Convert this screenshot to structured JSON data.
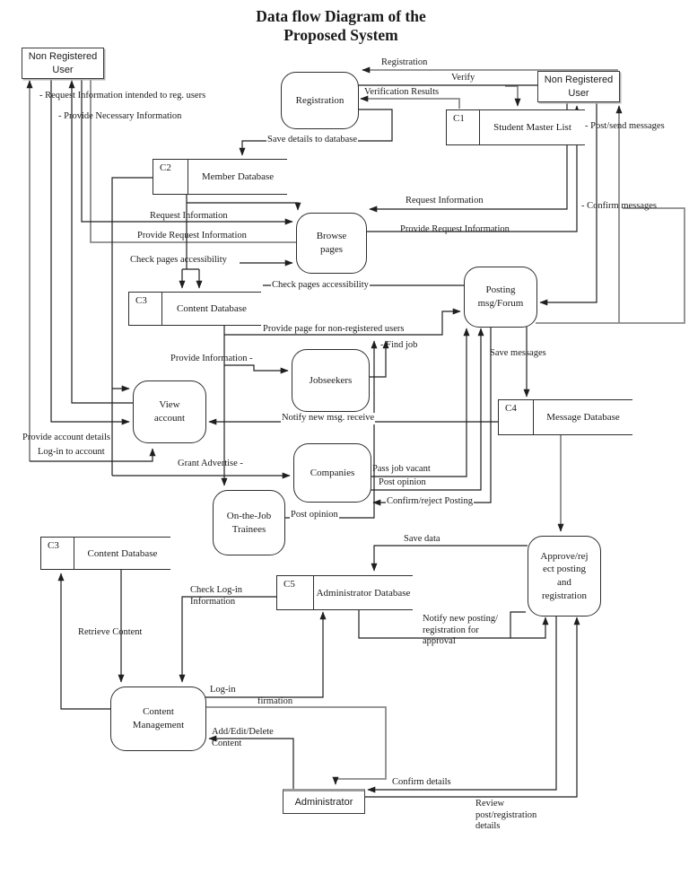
{
  "title": "Data flow Diagram of the\nProposed System",
  "entities": {
    "nru_left": {
      "label": "Non Registered\nUser"
    },
    "nru_right": {
      "label": "Non Registered\nUser"
    },
    "administrator": {
      "label": "Administrator"
    }
  },
  "processes": {
    "registration": {
      "label": "Registration"
    },
    "browse": {
      "label": "Browse\npages"
    },
    "posting": {
      "label": "Posting\nmsg/Forum"
    },
    "jobseekers": {
      "label": "Jobseekers"
    },
    "view_account": {
      "label": "View\naccount"
    },
    "companies": {
      "label": "Companies"
    },
    "trainees": {
      "label": "On-the-Job\nTrainees"
    },
    "approve": {
      "label": "Approve/rej\nect posting\nand\nregistration"
    },
    "content_mgmt": {
      "label": "Content\nManagement"
    }
  },
  "datastores": {
    "c1": {
      "code": "C1",
      "name": "Student Master List"
    },
    "c2": {
      "code": "C2",
      "name": "Member Database"
    },
    "c3a": {
      "code": "C3",
      "name": "Content Database"
    },
    "c4": {
      "code": "C4",
      "name": "Message Database"
    },
    "c3b": {
      "code": "C3",
      "name": "Content Database"
    },
    "c5": {
      "code": "C5",
      "name": "Administrator Database"
    }
  },
  "flows": {
    "registration": "Registration",
    "verify": "Verify",
    "verification_results": "Verification Results",
    "save_details": "Save details to database",
    "post_send": "- Post/send messages",
    "req_info_reg": "- Request Information intended to reg. users",
    "provide_necessary": "- Provide Necessary Information",
    "req_info_left": "Request Information",
    "provide_req_left": "Provide Request Information",
    "req_info_right": "Request Information",
    "provide_req_right": "Provide Request Information",
    "confirm_messages": "- Confirm messages",
    "check_pages_left": "Check pages accessibility",
    "check_pages_right": "Check pages accessibility",
    "provide_page": "Provide page for non-registered users",
    "find_job": "- Find job",
    "provide_info": "Provide Information -",
    "save_messages": "Save messages",
    "notify_msg": "Notify new msg. receive",
    "provide_account": "Provide account details",
    "login_account": "Log-in to account",
    "grant_advertise": "Grant Advertise -",
    "pass_job": "Pass job vacant",
    "post_opinion_companies": "Post opinion",
    "confirm_reject": "Confirm/reject Posting",
    "post_opinion_trainees": "Post opinion",
    "save_data": "Save data",
    "check_login": "Check Log-in\nInformation",
    "retrieve_content": "Retrieve Content",
    "notify_posting": "Notify new posting/\nregistration for\napproval",
    "login": "Log-in",
    "firmation": "firmation",
    "add_edit": "Add/Edit/Delete\nContent",
    "confirm_details": "Confirm details",
    "review": "Review\npost/registration\ndetails"
  },
  "colors": {
    "line_black": "#1f1f1f",
    "line_gray": "#8b8b8b",
    "background": "#ffffff"
  }
}
